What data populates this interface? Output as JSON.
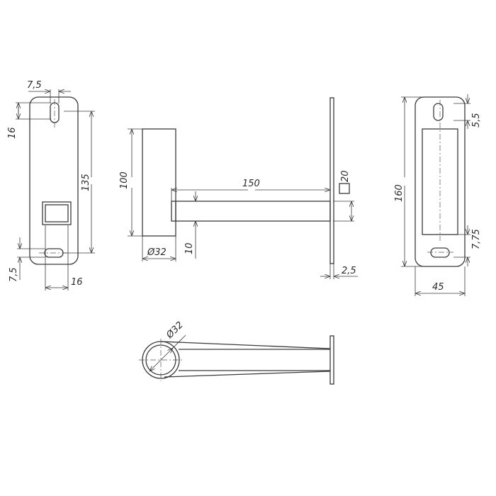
{
  "drawing": {
    "front_plate": {
      "slot_width": "7,5",
      "slot_offset": "16",
      "height": "135",
      "bottom_slot": "7,5",
      "square_width": "16"
    },
    "side": {
      "base_height": "100",
      "arm_length": "150",
      "tube_diameter": "Ø32",
      "wall": "10",
      "square_section": "20",
      "plate_thickness": "2,5"
    },
    "end_plate": {
      "height": "160",
      "top_gap": "5,5",
      "bottom_gap": "7,75",
      "width": "45"
    },
    "top_view": {
      "ring_diameter": "Ø32"
    }
  }
}
